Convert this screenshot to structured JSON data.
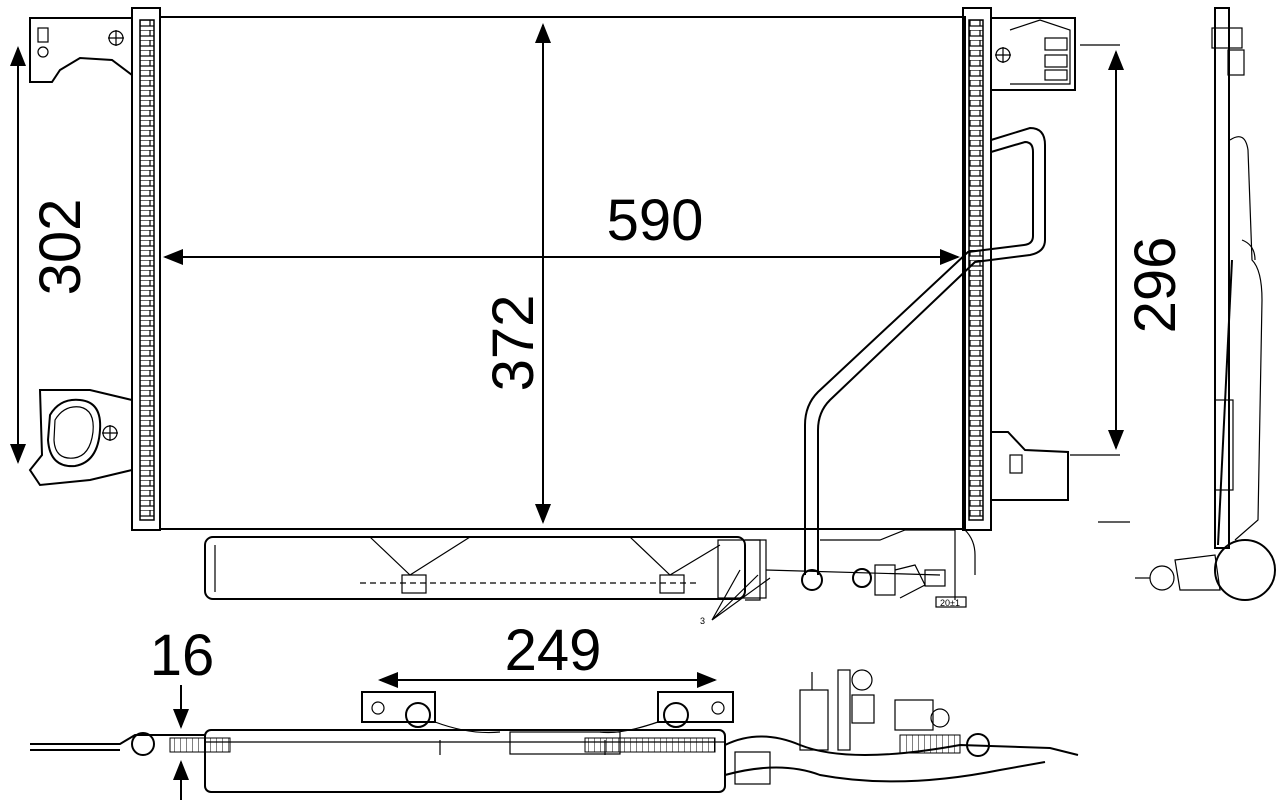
{
  "dimensions": {
    "width": "590",
    "height": "372",
    "left_bracket_span": "302",
    "right_bracket_span": "296",
    "mount_spacing": "249",
    "core_thickness": "16"
  },
  "callouts": {
    "part_ref": "3",
    "detail_note": "20±1"
  }
}
